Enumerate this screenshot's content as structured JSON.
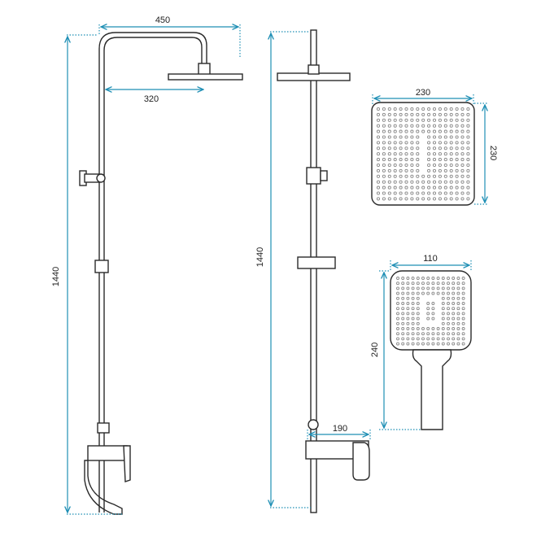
{
  "colors": {
    "dimension": "#1f8fb5",
    "outline": "#2a2a2a",
    "background": "#ffffff"
  },
  "dimensions": {
    "side_total_height": "1440",
    "side_arm_length": "450",
    "side_head_reach": "320",
    "front_total_height": "1440",
    "front_spout_length": "190",
    "head_width": "230",
    "head_depth": "230",
    "hand_shower_width": "110",
    "hand_shower_height": "240"
  }
}
